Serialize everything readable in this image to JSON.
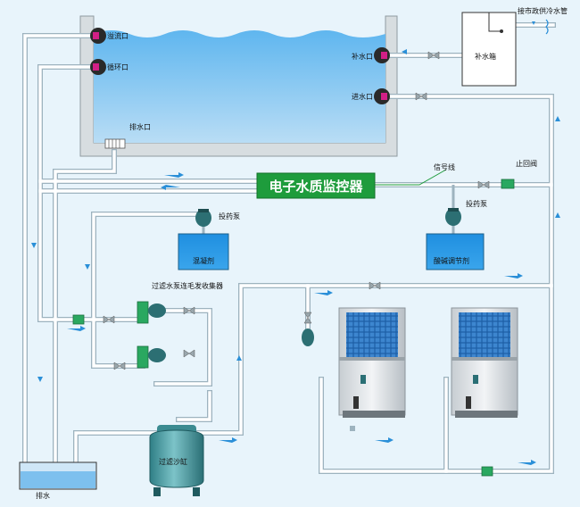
{
  "labels": {
    "overflow": "溢流口",
    "circulation": "循环口",
    "drain_port": "排水口",
    "makeup_port": "补水口",
    "inlet_port": "进水口",
    "makeup_tank": "补水箱",
    "city_water": "接市政供冷水管",
    "monitor": "电子水质监控器",
    "signal_line": "信号线",
    "check_valve": "止回阀",
    "dosing_pump_left": "投药泵",
    "dosing_pump_right": "投药泵",
    "coagulant": "混凝剂",
    "ph_regulator": "酸碱调节剂",
    "filter_pump": "过滤水泵连毛发收集器",
    "sand_filter": "过滤沙缸",
    "drain": "排水"
  },
  "colors": {
    "pipe": "#ffffff",
    "pipe_edge": "#9db3bf",
    "water": "#3f9fe6",
    "monitor": "#1e9c3c",
    "arrow": "#2a8fd8",
    "signal": "#1e9c3c"
  }
}
